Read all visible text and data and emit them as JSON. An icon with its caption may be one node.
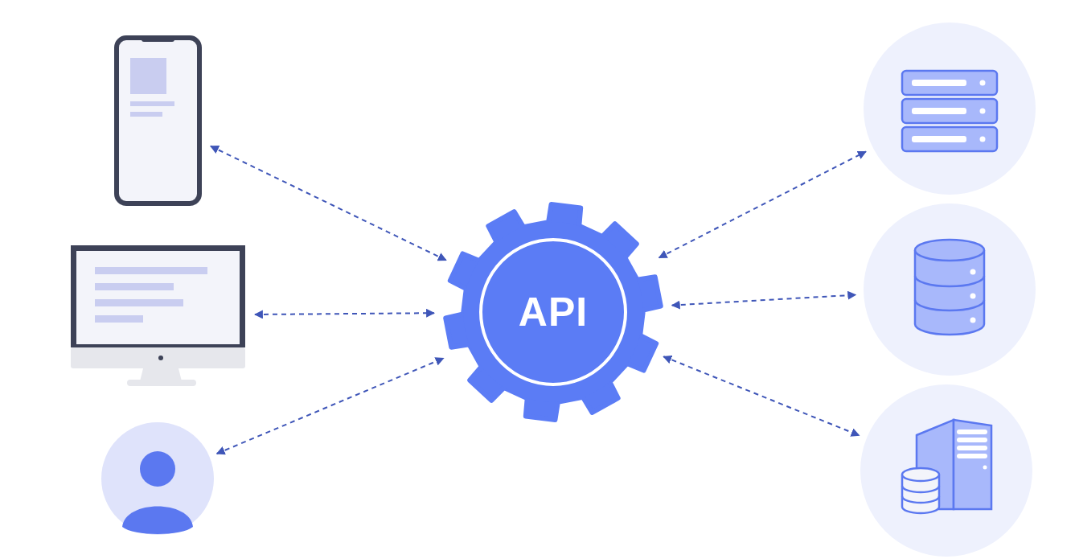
{
  "diagram": {
    "nodes": [
      {
        "text": [],
        "shape": "phone"
      },
      {
        "text": [],
        "shape": "monitor"
      },
      {
        "text": [],
        "shape": "person"
      },
      {
        "text": [
          "API"
        ]
      },
      {
        "text": [],
        "shape": "rack"
      },
      {
        "text": [],
        "shape": "database"
      },
      {
        "text": [],
        "shape": "server"
      }
    ],
    "edges": [
      {
        "from": 0,
        "to": 3,
        "arrow": "both",
        "style": "dashed"
      },
      {
        "from": 1,
        "to": 3,
        "arrow": "both",
        "style": "dashed"
      },
      {
        "from": 2,
        "to": 3,
        "arrow": "both",
        "style": "dashed"
      },
      {
        "from": 3,
        "to": 4,
        "arrow": "both",
        "style": "dashed"
      },
      {
        "from": 3,
        "to": 5,
        "arrow": "both",
        "style": "dashed"
      },
      {
        "from": 3,
        "to": 6,
        "arrow": "both",
        "style": "dashed"
      }
    ]
  }
}
